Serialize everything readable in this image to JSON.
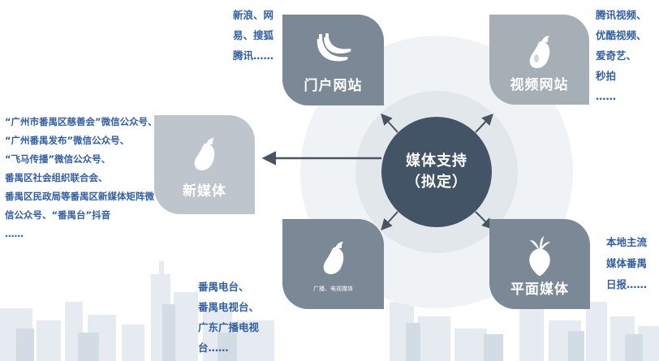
{
  "hub": {
    "line1": "媒体支持",
    "line2": "（拟定）"
  },
  "tiles": {
    "portal": {
      "label": "门户网站",
      "icon": "banana-icon"
    },
    "video": {
      "label": "视频网站",
      "icon": "eggplant-icon"
    },
    "newmedia": {
      "label": "新媒体",
      "icon": "eggplant-icon"
    },
    "broadcast": {
      "label": "广播、电视媒体",
      "icon": "eggplant-icon"
    },
    "print": {
      "label": "平面媒体",
      "icon": "radish-icon"
    }
  },
  "notes": {
    "portal": [
      "新浪、网",
      "易、搜狐",
      "腾讯……"
    ],
    "video": [
      "腾讯视频、",
      "优酷视频、",
      "爱奇艺、",
      "秒拍",
      "……"
    ],
    "newmedia": [
      "“广州市番禺区慈善会”微信公众号、",
      "“广州番禺发布”微信公众号、",
      "“飞马传播”微信公众号、",
      "番禺区社会组织联合会、",
      "番禺区民政局等番禺区新媒体矩阵微",
      "信公众号、“番禺台”抖音",
      "……"
    ],
    "broadcast": [
      "番禺电台、",
      "番禺电视台、",
      "广东广播电视",
      "台……"
    ],
    "print": [
      "本地主流",
      "媒体番禺",
      "日报……"
    ]
  },
  "colors": {
    "hub": "#435466",
    "tile_dark": "#7b8896",
    "tile_mid": "#a6aeb6",
    "tile_light": "#bfc5cc",
    "note_text": "#2f5ea8",
    "arrow": "#4a5563",
    "ring_outer": "#f0f3f6",
    "ring_inner": "#e2e7ec"
  }
}
